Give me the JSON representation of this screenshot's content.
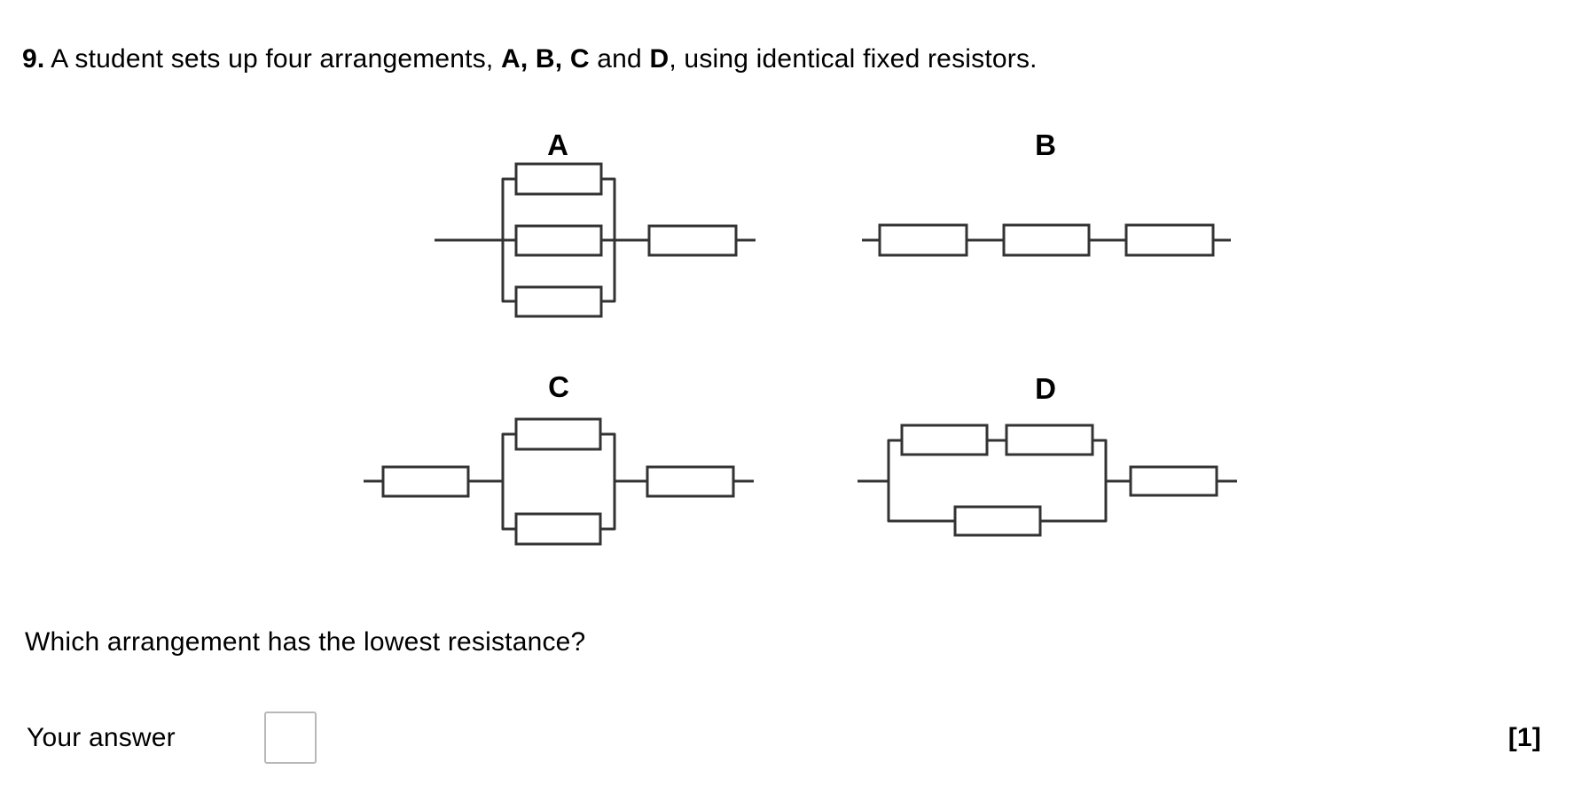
{
  "question": {
    "title_parts": [
      {
        "text": "9.",
        "bold": true
      },
      {
        "text": " A student sets up four arrangements, ",
        "bold": false
      },
      {
        "text": "A, B, C",
        "bold": true
      },
      {
        "text": " and ",
        "bold": false
      },
      {
        "text": "D",
        "bold": true
      },
      {
        "text": ", using identical fixed resistors.",
        "bold": false
      }
    ],
    "prompt": "Which arrangement has the lowest resistance?",
    "answer_label": "Your answer",
    "answer_value": "",
    "marks": "[1]"
  },
  "circuits": [
    {
      "label": "A",
      "topology": "three resistors in parallel, in series with one resistor",
      "resistor_count": 4
    },
    {
      "label": "B",
      "topology": "three resistors in series",
      "resistor_count": 3
    },
    {
      "label": "C",
      "topology": "series resistor, two resistors in parallel, series resistor",
      "resistor_count": 4
    },
    {
      "label": "D",
      "topology": "two resistors in series paralleled with one resistor, in series with one resistor",
      "resistor_count": 4
    }
  ],
  "colors": {
    "background": "#ffffff",
    "text": "#000000",
    "circuit_line": "#333333",
    "answer_box_border": "#b8b8b8"
  }
}
